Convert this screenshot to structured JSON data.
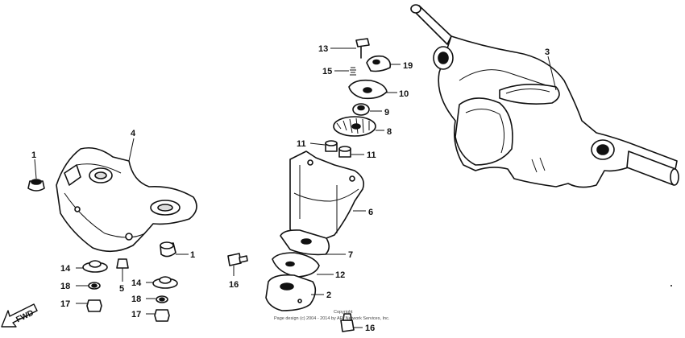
{
  "callouts": {
    "p1a": "1",
    "p1b": "1",
    "p2": "2",
    "p3": "3",
    "p4": "4",
    "p5": "5",
    "p6": "6",
    "p7": "7",
    "p8": "8",
    "p9": "9",
    "p10": "10",
    "p11a": "11",
    "p11b": "11",
    "p12": "12",
    "p13": "13",
    "p14a": "14",
    "p14b": "14",
    "p15": "15",
    "p16a": "16",
    "p16b": "16",
    "p17a": "17",
    "p17b": "17",
    "p18a": "18",
    "p18b": "18",
    "p19": "19"
  },
  "direction_label": "FWD",
  "copyright": {
    "line1": "Copyright",
    "line2": "Page design (c) 2004 - 2014 by ARI Network Services, Inc."
  }
}
